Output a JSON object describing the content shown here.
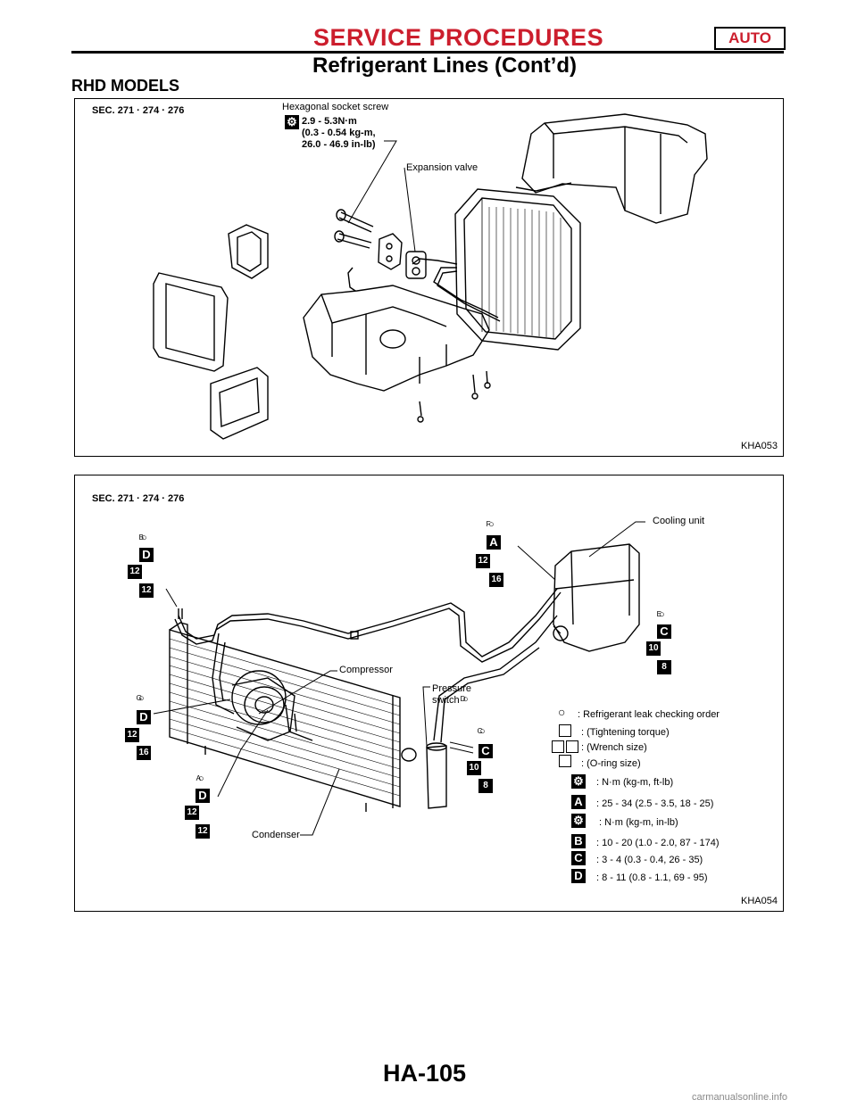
{
  "header": {
    "title": "SERVICE PROCEDURES",
    "tag": "AUTO",
    "subtitle": "Refrigerant Lines (Cont’d)"
  },
  "section_title": "RHD MODELS",
  "figure1": {
    "sec": "SEC. 271 · 274 · 276",
    "screw_label": "Hexagonal socket screw",
    "torque_line1": "2.9 - 5.3N·m",
    "torque_line2": "(0.3 - 0.54 kg-m,",
    "torque_line3": "26.0 - 46.9 in-lb)",
    "valve_label": "Expansion valve",
    "code": "KHA053"
  },
  "figure2": {
    "sec": "SEC. 271 · 274 · 276",
    "cooling_unit": "Cooling unit",
    "compressor": "Compressor",
    "pressure_switch_1": "Pressure",
    "pressure_switch_2": "switch",
    "condenser": "Condenser",
    "code": "KHA054",
    "points": {
      "A": "A",
      "B": "B",
      "C": "C",
      "D": "D",
      "E": "E",
      "F": "F",
      "G": "G"
    },
    "callouts": {
      "F_torque": "A",
      "F_w1": "12",
      "F_w2": "16",
      "B_torque": "D",
      "B_w1": "12",
      "B_w2": "12",
      "E_torque": "C",
      "E_w1": "10",
      "E_w2": "8",
      "G_torque": "D",
      "G_w1": "12",
      "G_w2": "16",
      "C_torque": "C",
      "C_w1": "10",
      "C_w2": "8",
      "A_torque": "D",
      "A_w1": "12",
      "A_w2": "12"
    },
    "legend": {
      "leak_order": ": Refrigerant leak checking order",
      "tightening": ": (Tightening torque)",
      "wrench": ": (Wrench size)",
      "oring": ": (O-ring size)",
      "unit_kgm": ": N·m (kg-m, ft-lb)",
      "A": ": 25 - 34 (2.5 - 3.5, 18 - 25)",
      "unit_inlb": ": N·m (kg-m, in-lb)",
      "B": ": 10 - 20 (1.0 - 2.0, 87 - 174)",
      "C": ": 3 - 4 (0.3 - 0.4, 26 - 35)",
      "D": ": 8 - 11 (0.8 - 1.1, 69 - 95)",
      "icon_A": "A",
      "icon_B": "B",
      "icon_C": "C",
      "icon_D": "D"
    }
  },
  "footer": {
    "page": "HA-105",
    "watermark": "carmanualsonline.info"
  }
}
